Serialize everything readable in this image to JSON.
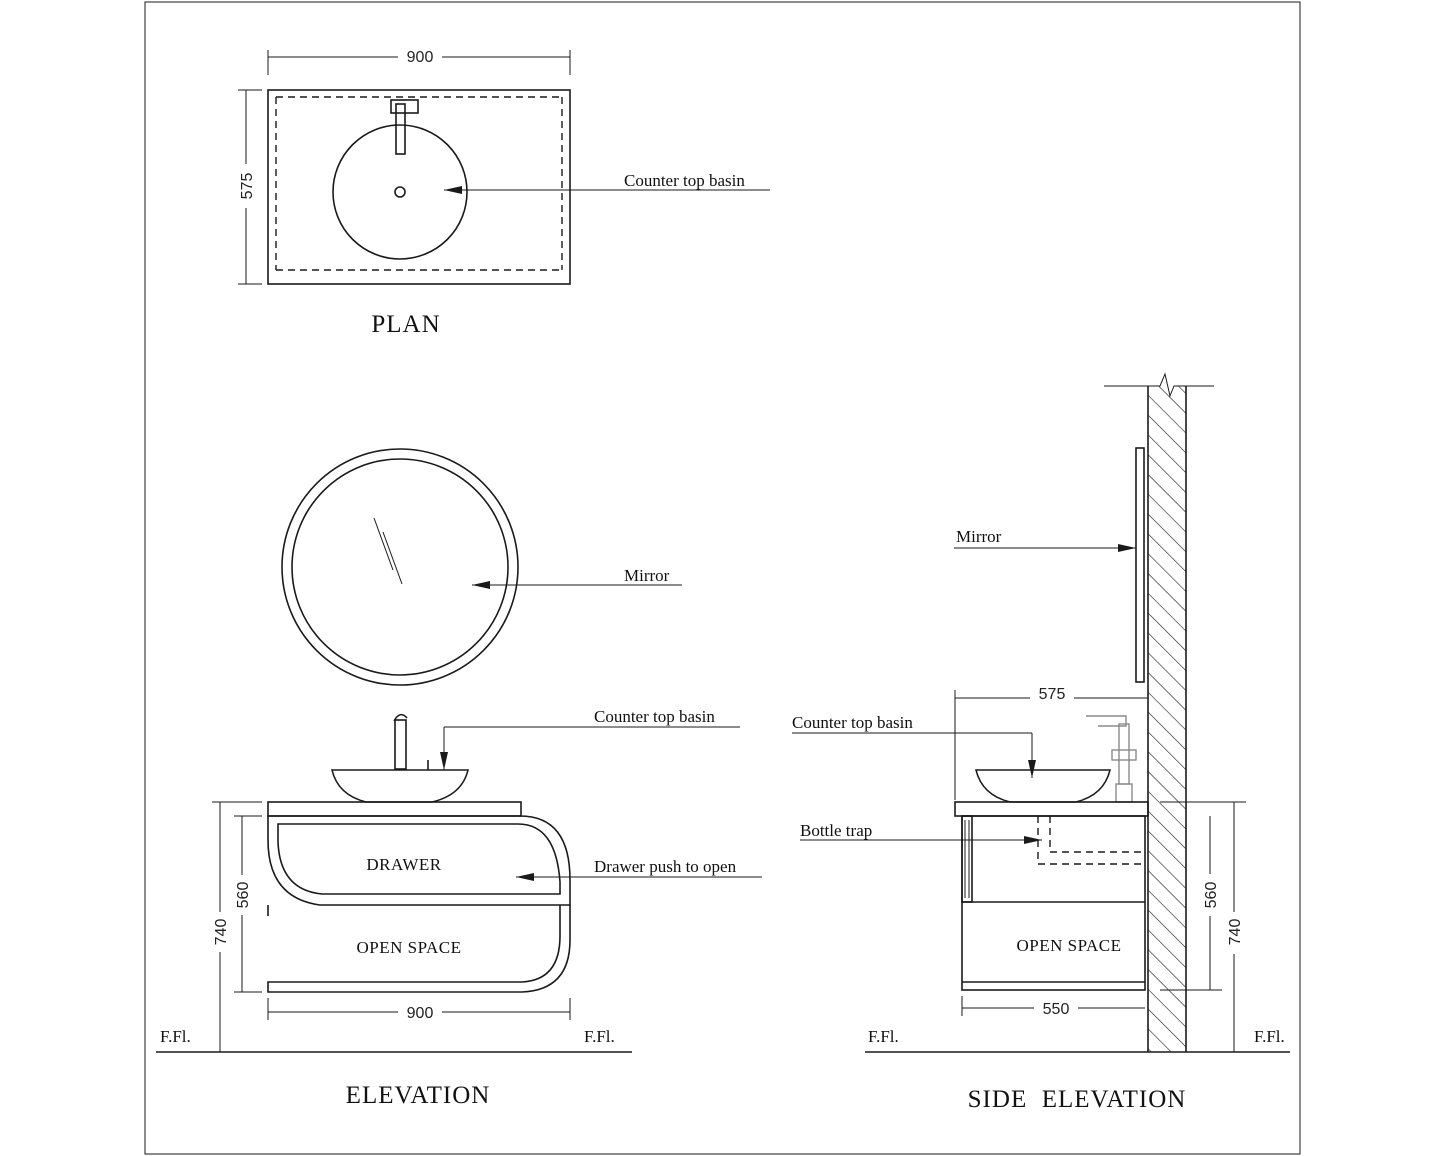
{
  "views": {
    "plan": {
      "title": "PLAN",
      "dim_width": "900",
      "dim_depth": "575",
      "callout_basin": "Counter top basin"
    },
    "elevation": {
      "title": "ELEVATION",
      "callout_mirror": "Mirror",
      "callout_basin": "Counter top basin",
      "callout_drawer": "Drawer push to open",
      "drawer_label": "DRAWER",
      "open_space_label": "OPEN SPACE",
      "dim_width": "900",
      "dim_cabinet_height": "560",
      "dim_top_height": "740",
      "floor_left": "F.Fl.",
      "floor_right": "F.Fl."
    },
    "side_elevation": {
      "title": "SIDE  ELEVATION",
      "callout_mirror": "Mirror",
      "callout_basin": "Counter top basin",
      "callout_trap": "Bottle trap",
      "open_space_label": "OPEN SPACE",
      "dim_counter_depth": "575",
      "dim_cabinet_depth": "550",
      "dim_cabinet_height": "560",
      "dim_top_height": "740",
      "floor_left": "F.Fl.",
      "floor_right": "F.Fl."
    }
  }
}
